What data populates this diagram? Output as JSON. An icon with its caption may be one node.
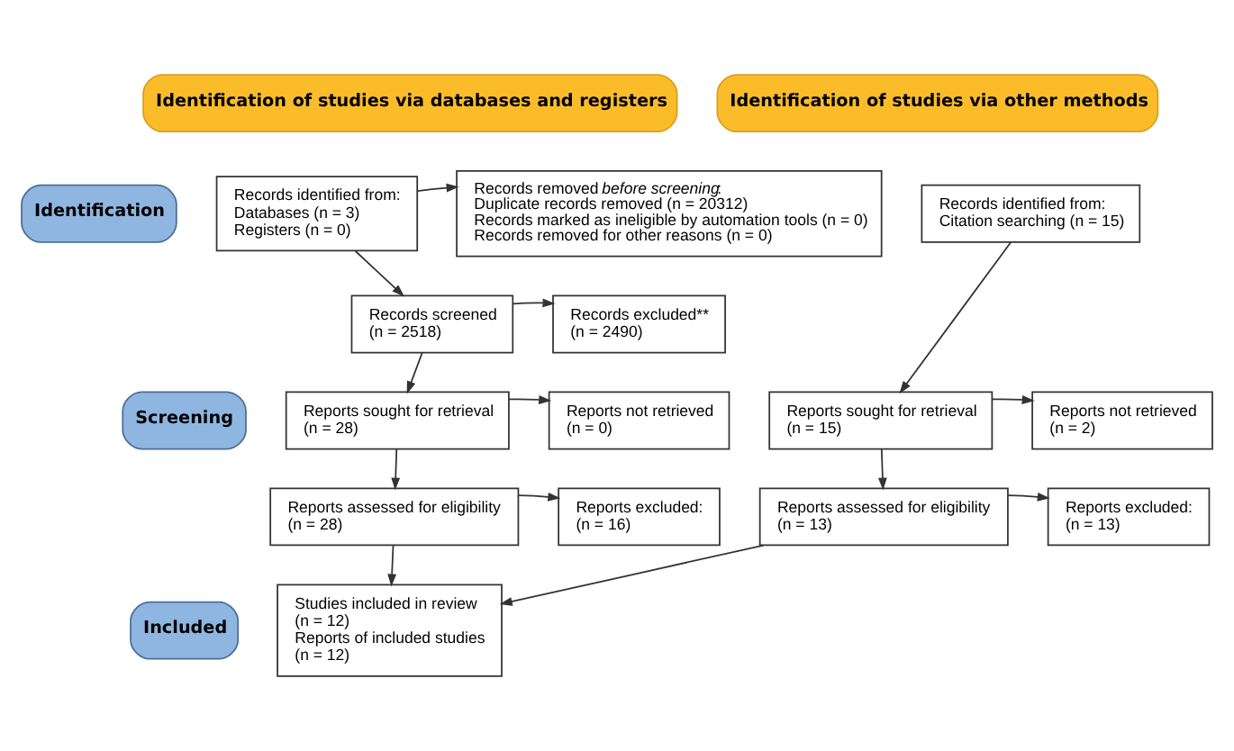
{
  "diagram": {
    "nodes": [
      {
        "text": [
          "Identification of studies via databases and registers"
        ]
      },
      {
        "text": [
          "Identification of studies via other methods"
        ]
      },
      {
        "text": [
          "Identification"
        ]
      },
      {
        "text": [
          "Screening"
        ]
      },
      {
        "text": [
          "Included"
        ]
      },
      {
        "text": [
          "Records identified from:",
          "Databases (n = 3)",
          "Registers (n = 0)"
        ]
      },
      {
        "text": [
          "Records removed *before screening*:",
          "Duplicate records removed (n = 20312)",
          "Records marked as ineligible by automation tools (n = 0)",
          "Records removed for other reasons (n = 0)"
        ]
      },
      {
        "text": [
          "Records identified from:",
          "Citation searching (n = 15)"
        ]
      },
      {
        "text": [
          "Records screened",
          "(n = 2518)"
        ]
      },
      {
        "text": [
          "Records excluded**",
          "(n = 2490)"
        ]
      },
      {
        "text": [
          "Reports sought for retrieval",
          "(n = 28)"
        ]
      },
      {
        "text": [
          "Reports not retrieved",
          "(n = 0)"
        ]
      },
      {
        "text": [
          "Reports sought for retrieval",
          "(n = 15)"
        ]
      },
      {
        "text": [
          "Reports not retrieved",
          "(n = 2)"
        ]
      },
      {
        "text": [
          "Reports assessed for eligibility",
          "(n = 28)"
        ]
      },
      {
        "text": [
          "Reports excluded:",
          "(n = 16)"
        ]
      },
      {
        "text": [
          "Reports assessed for eligibility",
          "(n = 13)"
        ]
      },
      {
        "text": [
          "Reports excluded:",
          "(n = 13)"
        ]
      },
      {
        "text": [
          "Studies included in review",
          "(n = 12)",
          "Reports of included studies",
          "(n = 12)"
        ]
      }
    ],
    "edges": [
      {
        "from": 5,
        "to": 6,
        "arrow": "to"
      },
      {
        "from": 5,
        "to": 8,
        "arrow": "to"
      },
      {
        "from": 8,
        "to": 9,
        "arrow": "to"
      },
      {
        "from": 8,
        "to": 10,
        "arrow": "to"
      },
      {
        "from": 10,
        "to": 11,
        "arrow": "to"
      },
      {
        "from": 10,
        "to": 14,
        "arrow": "to"
      },
      {
        "from": 14,
        "to": 15,
        "arrow": "to"
      },
      {
        "from": 14,
        "to": 18,
        "arrow": "to"
      },
      {
        "from": 7,
        "to": 12,
        "arrow": "to"
      },
      {
        "from": 12,
        "to": 13,
        "arrow": "to"
      },
      {
        "from": 12,
        "to": 16,
        "arrow": "to"
      },
      {
        "from": 16,
        "to": 17,
        "arrow": "to"
      },
      {
        "from": 16,
        "to": 18,
        "arrow": "to"
      }
    ]
  }
}
